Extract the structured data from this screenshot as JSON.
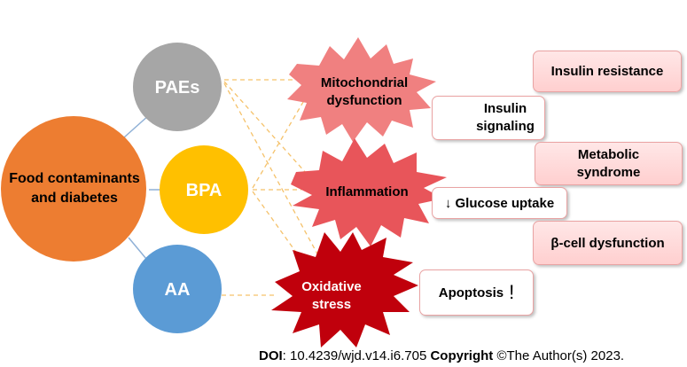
{
  "center": {
    "label": "Food contaminants and diabetes",
    "color": "#ed7d31"
  },
  "contaminants": [
    {
      "label": "PAEs",
      "color": "#a6a6a6"
    },
    {
      "label": "BPA",
      "color": "#ffc000"
    },
    {
      "label": "AA",
      "color": "#5b9bd5"
    }
  ],
  "mechanisms": [
    {
      "label": "Mitochondrial dysfunction",
      "color": "#f08080"
    },
    {
      "label": "Inflammation",
      "color": "#e8555a"
    },
    {
      "label": "Oxidative stress",
      "color": "#c0000c"
    }
  ],
  "effects": {
    "insulin_resistance": "Insulin resistance",
    "insulin_signaling": "Insulin signaling",
    "metabolic_syndrome": "Metabolic syndrome",
    "glucose_uptake": "↓ Glucose uptake",
    "beta_cell": "β-cell dysfunction",
    "apoptosis": "Apoptosis",
    "apoptosis_mark": "!"
  },
  "footer": {
    "doi_label": "DOI",
    "doi_value": ": 10.4239/wjd.v14.i6.705 ",
    "copyright_label": "Copyright",
    "copyright_value": " ©The Author(s) 2023."
  },
  "colors": {
    "connector": "#f5c26b",
    "link": "#8fb0d6",
    "box_border": "#e9a3a3",
    "cross": "#c0504d"
  }
}
